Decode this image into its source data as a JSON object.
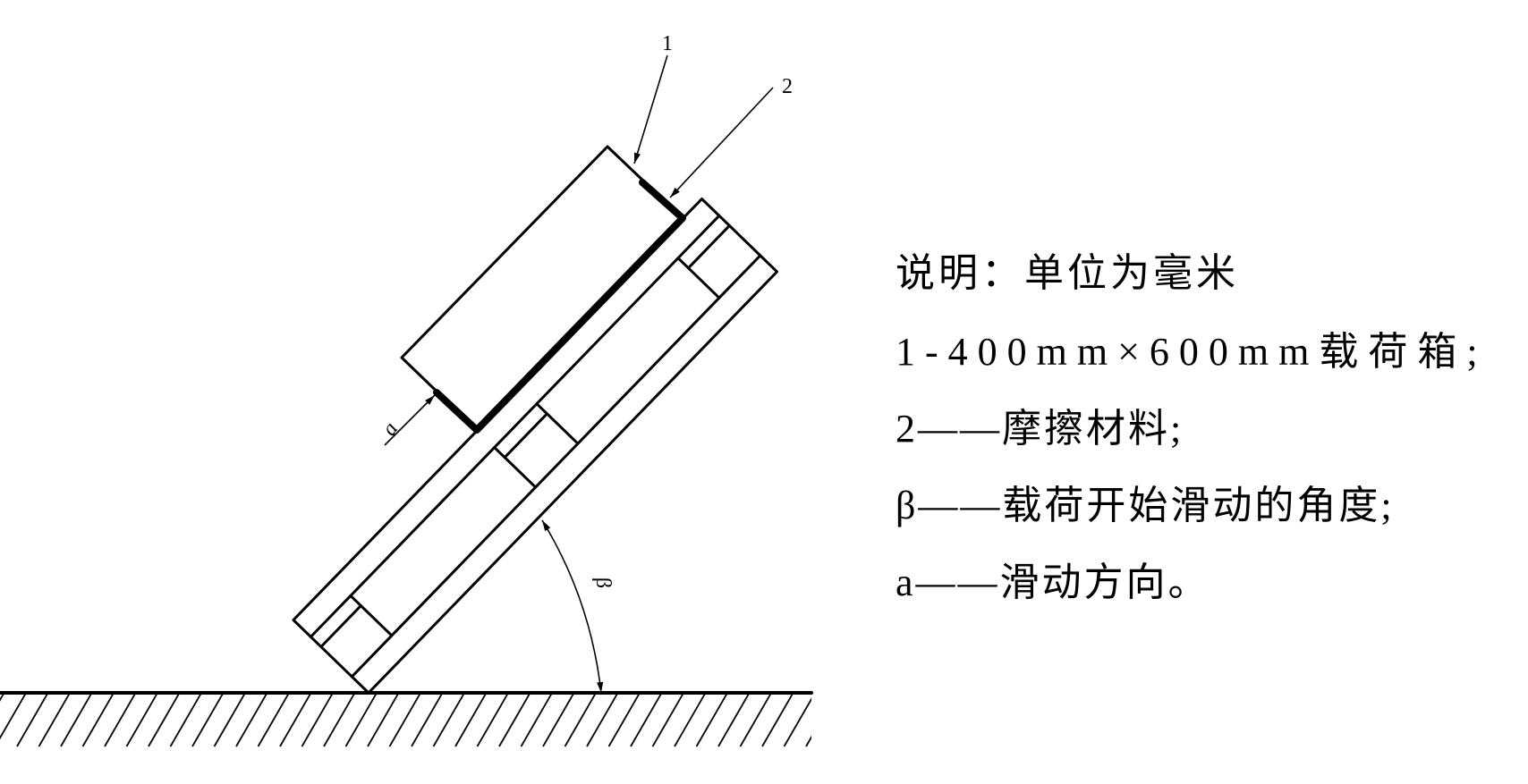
{
  "diagram": {
    "labels": {
      "callout_1": "1",
      "callout_2": "2",
      "sliding_direction": "a",
      "angle": "β"
    }
  },
  "legend": {
    "title": "说明：单位为毫米",
    "items": [
      "1-400mm×600mm载荷箱;",
      "2——摩擦材料;",
      "β——载荷开始滑动的角度;",
      "a——滑动方向。"
    ]
  }
}
